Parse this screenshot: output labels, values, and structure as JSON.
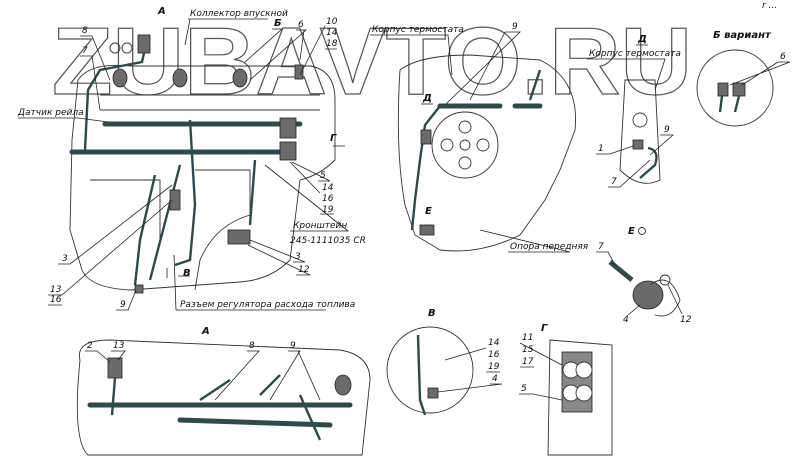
{
  "watermark": "ZUBAVTO.RU",
  "corner_mark": "r ...",
  "main_view": {
    "view_a": "А",
    "intake_manifold": "Коллектор впускной",
    "view_b": "Б",
    "view_g": "Г",
    "view_v": "В",
    "rail_sensor": "Датчик рейла",
    "bracket": "Кронштейн",
    "bracket_part": "245-1111035 CR",
    "fuel_regulator_connector": "Разъем регулятора расхода топлива",
    "n8": "8",
    "n7": "7",
    "n6": "6",
    "n10": "10",
    "n14a": "14",
    "n18": "18",
    "n5": "5",
    "n14b": "14",
    "n16b": "16",
    "n19b": "19",
    "n3a": "3",
    "n3b": "3",
    "n12": "12",
    "n13": "13",
    "n16c": "16",
    "n9": "9"
  },
  "front_view": {
    "thermostat_housing": "Корпус термостата",
    "n9": "9",
    "view_d": "Д",
    "view_e": "Е",
    "front_support": "Опора передняя"
  },
  "view_d": {
    "title": "Д",
    "thermostat_housing": "Корпус термостата",
    "n1": "1",
    "n9": "9",
    "n7": "7"
  },
  "view_b_variant": {
    "title": "Б вариант",
    "n6": "6"
  },
  "view_e": {
    "title": "Е",
    "n7": "7",
    "n4": "4",
    "n12": "12"
  },
  "detail_a": {
    "title": "А",
    "n2": "2",
    "n13": "13",
    "n8": "8",
    "n9": "9"
  },
  "detail_v": {
    "title": "В",
    "n14": "14",
    "n16": "16",
    "n19": "19",
    "n4": "4"
  },
  "detail_g": {
    "title": "Г",
    "n11": "11",
    "n15": "15",
    "n17": "17",
    "n5": "5"
  }
}
